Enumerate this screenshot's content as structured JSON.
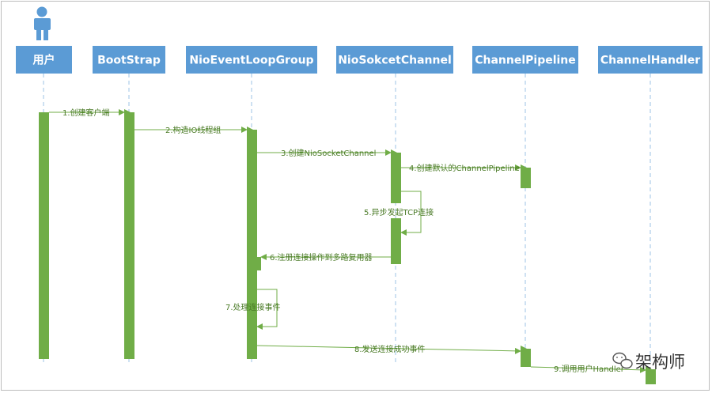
{
  "actors": [
    {
      "key": "user",
      "label": "用户"
    },
    {
      "key": "bootstrap",
      "label": "BootStrap"
    },
    {
      "key": "eventloopgroup",
      "label": "NioEventLoopGroup"
    },
    {
      "key": "socketchannel",
      "label": "NioSokcetChannel"
    },
    {
      "key": "pipeline",
      "label": "ChannelPipeline"
    },
    {
      "key": "handler",
      "label": "ChannelHandler"
    }
  ],
  "messages": [
    {
      "key": "msg1",
      "label": "1.创建客户端"
    },
    {
      "key": "msg2",
      "label": "2.构造IO线程组"
    },
    {
      "key": "msg3",
      "label": "3.创建NioSocketChannel"
    },
    {
      "key": "msg4",
      "label": "4.创建默认的ChannelPipeline"
    },
    {
      "key": "msg5",
      "label": "5.异步发起TCP连接"
    },
    {
      "key": "msg6",
      "label": "6.注册连接操作到多路复用器"
    },
    {
      "key": "msg7",
      "label": "7.处理连接事件"
    },
    {
      "key": "msg8",
      "label": "8.发送连接成功事件"
    },
    {
      "key": "msg9",
      "label": "9.调用用户Handler"
    }
  ],
  "watermark": {
    "text": "架构师",
    "icon": "wechat-icon"
  },
  "colors": {
    "actor_box": "#5b9bd5",
    "activation": "#70ad47",
    "message": "#70ad47",
    "lifeline": "#9dc3e6",
    "user_icon": "#5b9bd5"
  }
}
